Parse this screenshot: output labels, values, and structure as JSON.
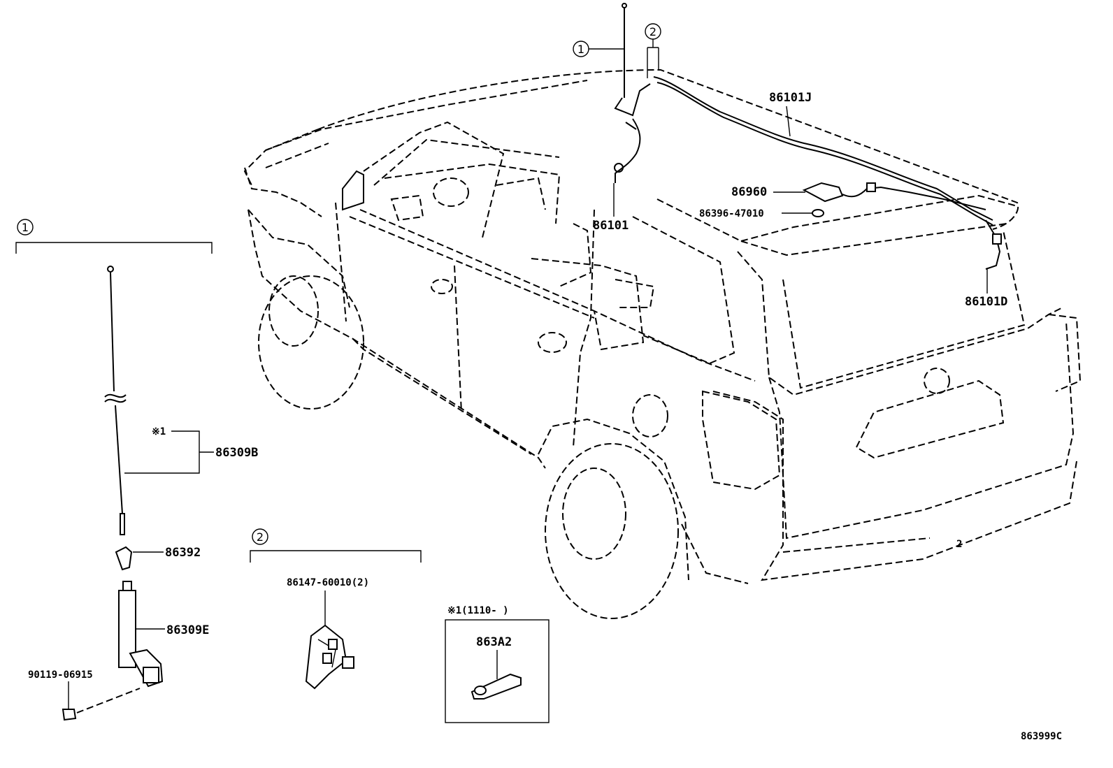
{
  "labels": {
    "p86101J": "86101J",
    "p86960": "86960",
    "p86396": "86396-47010",
    "p86101": "86101",
    "p86101D": "86101D",
    "p86309B": "86309B",
    "p86392": "86392",
    "p86309E": "86309E",
    "p90119": "90119-06915",
    "p86147": "86147-60010(2)",
    "p863A2": "863A2",
    "note_ref": "※1",
    "note_header": "※1(1110-    )",
    "footer_code": "863999C",
    "small_2": "2"
  },
  "callouts": {
    "c1_top": "1",
    "c2_top": "2",
    "c1_group": "1",
    "c2_group": "2"
  }
}
